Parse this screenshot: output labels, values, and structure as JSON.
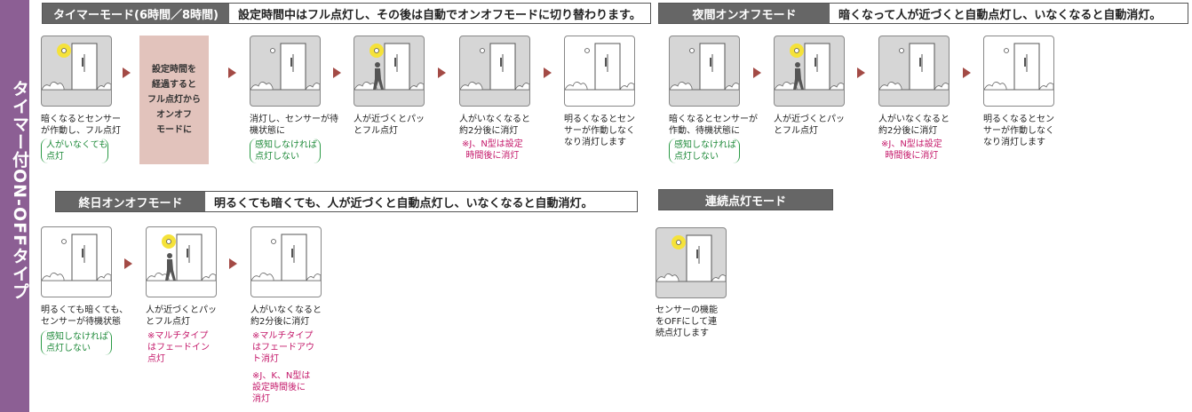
{
  "sidebar": {
    "title": "タイマー付ON-OFFタイプ"
  },
  "headers": {
    "timer": {
      "tag": "タイマーモード(6時間／8時間)",
      "desc": "設定時間中はフル点灯し、その後は自動でオンオフモードに切り替わります。"
    },
    "night": {
      "tag": "夜間オンオフモード",
      "desc": "暗くなって人が近づくと自動点灯し、いなくなると自動消灯。"
    },
    "allday": {
      "tag": "終日オンオフモード",
      "desc": "明るくても暗くても、人が近づくと自動点灯し、いなくなると自動消灯。"
    },
    "continuous": {
      "tag": "連続点灯モード"
    }
  },
  "timer": {
    "box_text": "設定時間を\n経過すると\nフル点灯から\nオンオフ\nモードに",
    "caps": [
      "暗くなるとセンサー\nが作動し、フル点灯",
      "消灯し、センサーが待\n機状態に",
      "人が近づくとパッ\nとフル点灯",
      "人がいなくなると\n約2分後に消灯",
      "明るくなるとセン\nサーが作動しなく\nなり消灯します"
    ],
    "notes": [
      "人がいなくても\n点灯",
      "感知しなければ\n点灯しない"
    ],
    "red": "※J、N型は設定\n時間後に消灯"
  },
  "night": {
    "caps": [
      "暗くなるとセンサーが\n作動、待機状態に",
      "人が近づくとパッ\nとフル点灯",
      "人がいなくなると\n約2分後に消灯",
      "明るくなるとセン\nサーが作動しなく\nなり消灯します"
    ],
    "note": "感知しなければ\n点灯しない",
    "red": "※J、N型は設定\n時間後に消灯"
  },
  "allday": {
    "caps": [
      "明るくても暗くても、\nセンサーが待機状態",
      "人が近づくとパッ\nとフル点灯",
      "人がいなくなると\n約2分後に消灯"
    ],
    "note": "感知しなければ\n点灯しない",
    "red1": "※マルチタイプ\nはフェードイン\n点灯",
    "red2": "※マルチタイプ\nはフェードアウ\nト消灯",
    "red3": "※J、K、N型は\n設定時間後に\n消灯"
  },
  "continuous": {
    "cap": "センサーの機能\nをOFFにして連\n続点灯します"
  },
  "colors": {
    "sidebar": "#8c5f94",
    "arrow": "#a34a45",
    "note": "#1f8a3a",
    "warning": "#c4186a",
    "light": "#f5e23a"
  }
}
